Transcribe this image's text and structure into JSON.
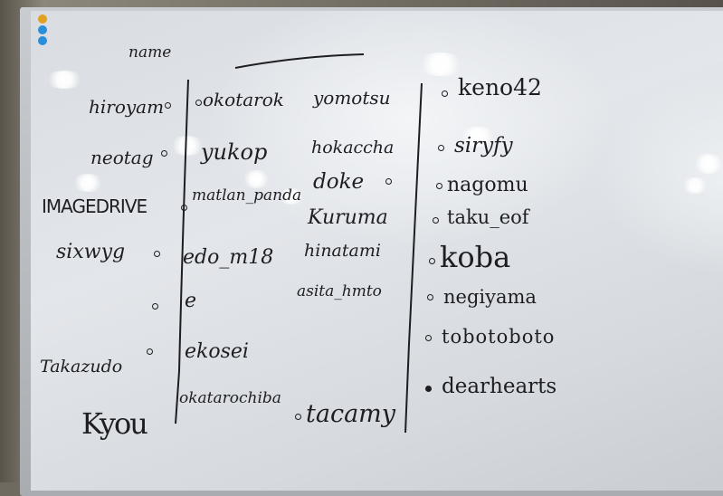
{
  "board": {
    "header": "name",
    "left_column": [
      "hiroyam",
      "neotag",
      "IMAGEDRIVE",
      "sixwyg",
      "",
      "Takazudo",
      "Kyou"
    ],
    "middle_column_a": [
      "okotarok",
      "yukop",
      "matlan_panda",
      "edo_m18",
      "e",
      "ekosei",
      "okatarochiba"
    ],
    "middle_column_b": [
      "yomotsu",
      "hokaccha",
      "doke",
      "Kuruma",
      "hinatami",
      "asita_hmto",
      "tacamy"
    ],
    "right_column": [
      "keno42",
      "siryfy",
      "nagomu",
      "taku_eof",
      "koba",
      "negiyama",
      "tobotoboto",
      "dearhearts"
    ]
  },
  "colors": {
    "ink": "#1e1e22",
    "board": "#e0e3e7",
    "frame": "#b8bbbf"
  }
}
